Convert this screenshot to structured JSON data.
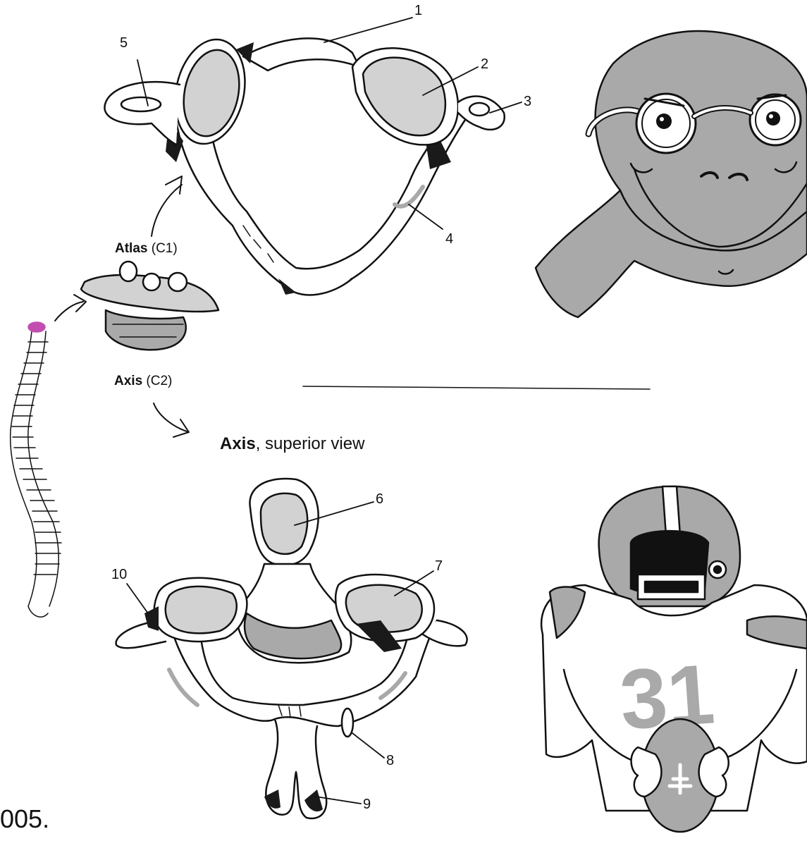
{
  "captions": {
    "atlas_name": "Atlas",
    "atlas_code": "(C1)",
    "axis_name": "Axis",
    "axis_code": "(C2)",
    "axis_view_name": "Axis",
    "axis_view_suffix": ", superior view"
  },
  "labels": [
    "1",
    "2",
    "3",
    "4",
    "5",
    "6",
    "7",
    "8",
    "9",
    "10"
  ],
  "corner_text": "005.",
  "colors": {
    "ink": "#111111",
    "shade": "#a9a9a9",
    "light_shade": "#d2d2d2",
    "dark": "#1a1a1a",
    "highlight": "#c24fb0"
  }
}
